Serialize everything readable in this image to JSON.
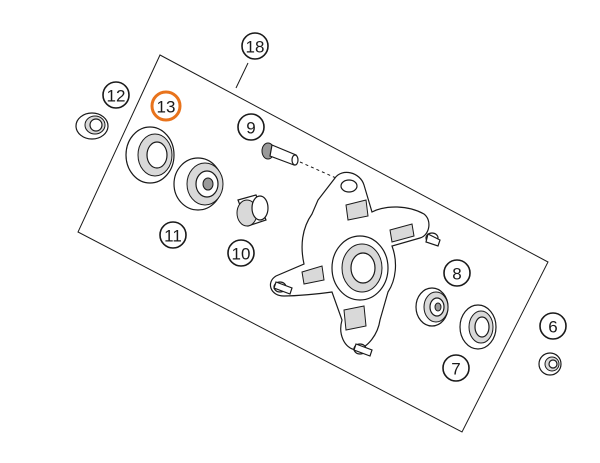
{
  "diagram": {
    "highlight_color": "#e8731c",
    "callouts": [
      {
        "id": "18",
        "label": "18",
        "highlighted": false
      },
      {
        "id": "12",
        "label": "12",
        "highlighted": false
      },
      {
        "id": "13",
        "label": "13",
        "highlighted": true
      },
      {
        "id": "9",
        "label": "9",
        "highlighted": false
      },
      {
        "id": "11",
        "label": "11",
        "highlighted": false
      },
      {
        "id": "10",
        "label": "10",
        "highlighted": false
      },
      {
        "id": "8",
        "label": "8",
        "highlighted": false
      },
      {
        "id": "7",
        "label": "7",
        "highlighted": false
      },
      {
        "id": "6",
        "label": "6",
        "highlighted": false
      }
    ]
  }
}
